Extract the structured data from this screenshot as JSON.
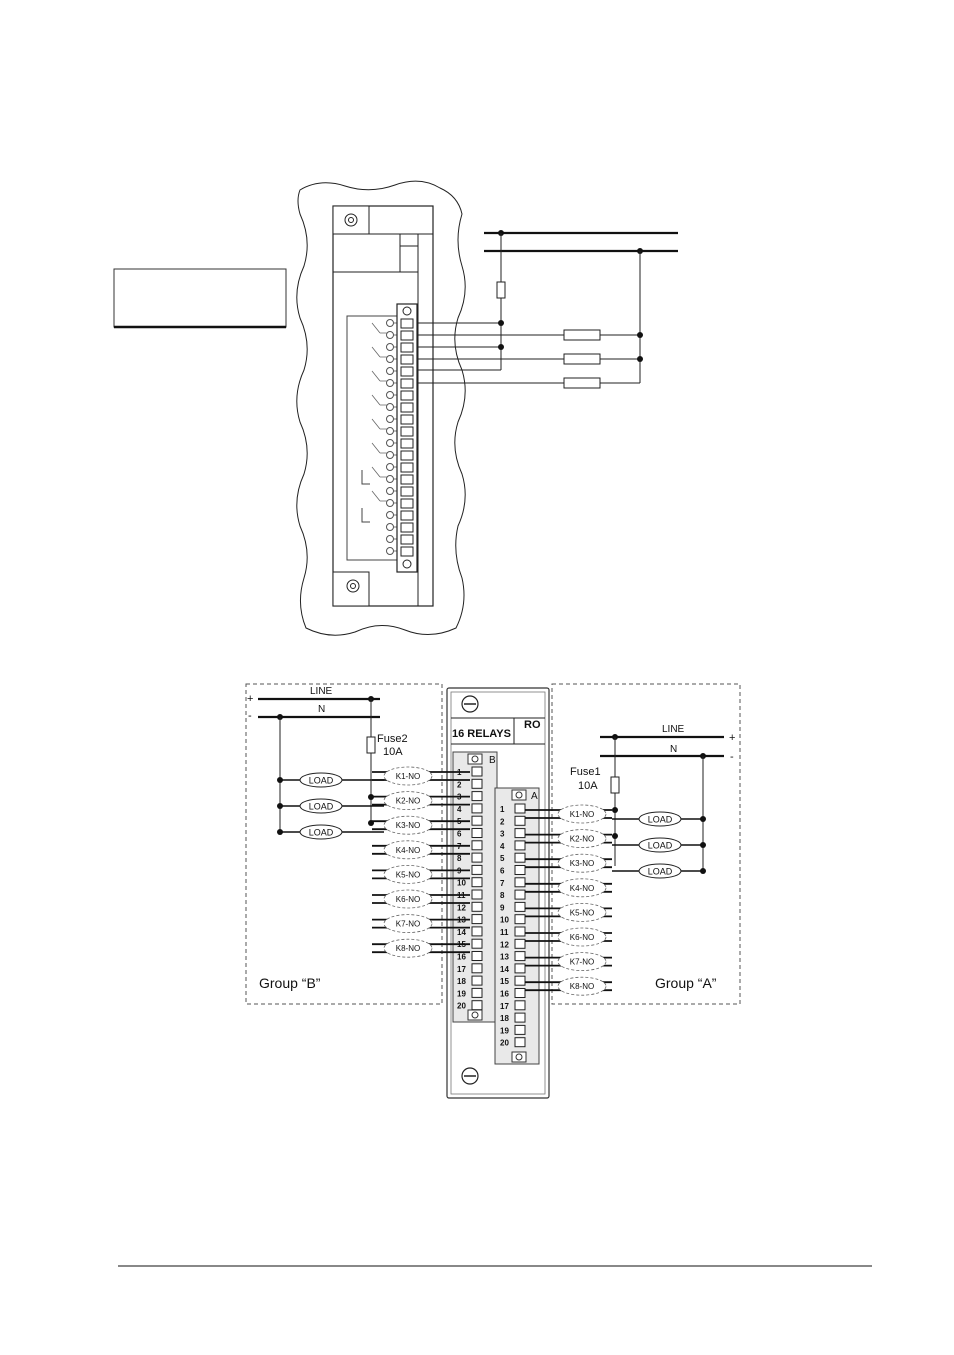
{
  "top_diagram": {},
  "bottom_diagram": {
    "line_label": "LINE",
    "neutral_label": "N",
    "plus_sign": "+",
    "minus_sign": "-",
    "module_title": "16 RELAYS",
    "module_code": "RO",
    "connector_b_label": "B",
    "connector_a_label": "A",
    "fuse_b": {
      "name": "Fuse2",
      "rating": "10A"
    },
    "fuse_a": {
      "name": "Fuse1",
      "rating": "10A"
    },
    "load_label": "LOAD",
    "relays": [
      "K1-NO",
      "K2-NO",
      "K3-NO",
      "K4-NO",
      "K5-NO",
      "K6-NO",
      "K7-NO",
      "K8-NO"
    ],
    "terminals": [
      "1",
      "2",
      "3",
      "4",
      "5",
      "6",
      "7",
      "8",
      "9",
      "10",
      "11",
      "12",
      "13",
      "14",
      "15",
      "16",
      "17",
      "18",
      "19",
      "20"
    ],
    "group_b_label": "Group “B”",
    "group_a_label": "Group “A”"
  }
}
